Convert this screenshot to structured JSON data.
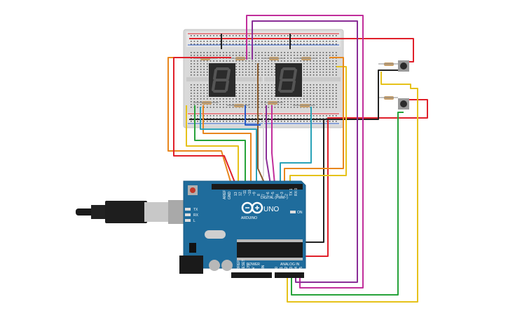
{
  "board": {
    "logo_text": "ARDUINO",
    "model_text": "UNO",
    "digital_label": "DIGITAL (PWM~)",
    "power_label": "POWER",
    "analog_label": "ANALOG IN",
    "aref_label": "AREF",
    "gnd_label": "GND",
    "tx_label": "TX",
    "rx_label": "RX",
    "l_label": "L",
    "on_label": "ON",
    "ioref_label": "IOREF",
    "reset_label": "RESET",
    "v33_label": "3.3V",
    "v5_label": "5V",
    "vin_label": "VIN",
    "analog_pins": [
      "A0",
      "A1",
      "A2",
      "A3",
      "A4",
      "A5"
    ],
    "digital_pins": [
      "13",
      "12",
      "~11",
      "~10",
      "~9",
      "8",
      "7",
      "~6",
      "~5",
      "4",
      "~3",
      "2",
      "TX 1",
      "RX 0"
    ]
  },
  "colors": {
    "board_blue": "#1f6c9c",
    "breadboard": "#dcdcdc",
    "wire_red": "#e0202a",
    "wire_black": "#222222",
    "wire_orange": "#e8871e",
    "wire_yellow": "#e6c21a",
    "wire_green": "#27a33a",
    "wire_purple": "#8a2e97",
    "wire_magenta": "#c12e9b",
    "wire_teal": "#2aa3b8",
    "wire_white": "#f4f4f4",
    "wire_brown": "#8a5a2b",
    "wire_blue": "#2a5cc8",
    "segment_display": "#2b2b2b"
  },
  "components": {
    "displays": [
      "seven-segment-display",
      "seven-segment-display"
    ],
    "buttons": [
      "push-button",
      "push-button"
    ],
    "cable": "usb-cable"
  }
}
